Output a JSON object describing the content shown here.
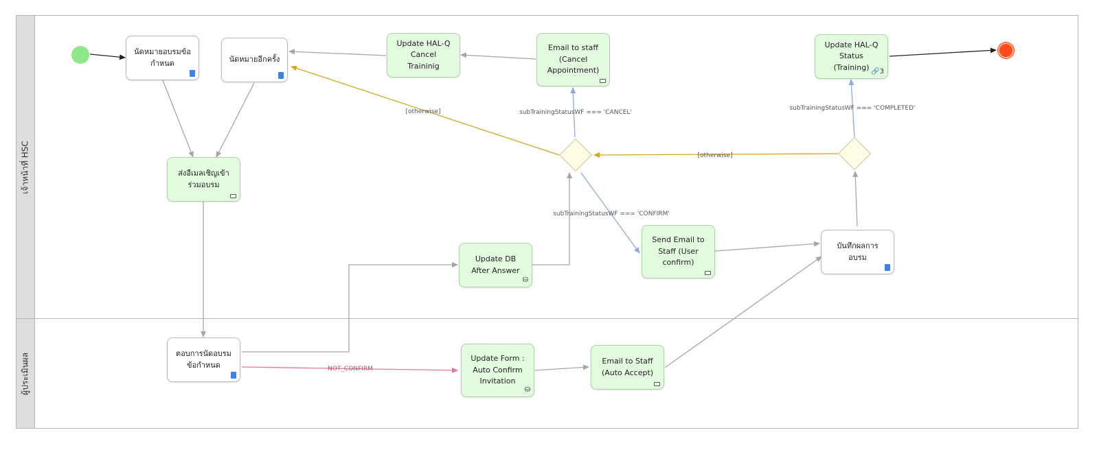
{
  "lanes": [
    {
      "label": "เจ้าหน้าที่ HSC"
    },
    {
      "label": "ผู้ประเมินผล"
    }
  ],
  "tasks": {
    "t1": {
      "text": "นัดหมายอบรมข้อ\nกำหนด",
      "icon": "document-icon"
    },
    "t2": {
      "text": "นัดหมายอีกครั้ง",
      "icon": "document-icon"
    },
    "t3": {
      "text": "Update HAL-Q\nCancel Traininig",
      "icon": ""
    },
    "t4": {
      "text": "Email to staff\n(Cancel\nAppointment)",
      "icon": "mail-icon"
    },
    "t5": {
      "text": "Update HAL-Q\nStatus (Training)",
      "icon": "link-icon",
      "badge": "3"
    },
    "t6": {
      "text": "ส่งอีเมลเชิญเข้า\nร่วมอบรม",
      "icon": "mail-icon"
    },
    "t7": {
      "text": "Update DB\nAfter Answer",
      "icon": "database-icon"
    },
    "t8": {
      "text": "Send Email to\nStaff (User\nconfirm)",
      "icon": "mail-icon"
    },
    "t9": {
      "text": "บันทึกผลการ\nอบรม",
      "icon": "document-icon"
    },
    "t10": {
      "text": "ตอบการนัดอบรม\nข้อกำหนด",
      "icon": "document-icon"
    },
    "t11": {
      "text": "Update Form :\nAuto Confirm\nInvitation",
      "icon": "database-icon"
    },
    "t12": {
      "text": "Email to Staff\n(Auto Accept)",
      "icon": "mail-icon"
    }
  },
  "edge_labels": {
    "otherwise1": "[otherwise]",
    "cancel": "subTrainingStatusWF === 'CANCEL'",
    "completed": "subTrainingStatusWF === 'COMPLETED'",
    "otherwise2": "[otherwise]",
    "confirm": "subTrainingStatusWF === 'CONFIRM'",
    "not_confirm": "NOT_CONFIRM"
  },
  "colors": {
    "task_green": "#e3fbdf",
    "gateway_fill": "#fffde3",
    "start_event": "#8ee88a",
    "end_event": "#ff4c1a",
    "flow_gray": "#a6a6a6",
    "flow_blue": "#8fa8dd",
    "flow_orange": "#d9a520",
    "flow_pink": "#e07a98"
  }
}
